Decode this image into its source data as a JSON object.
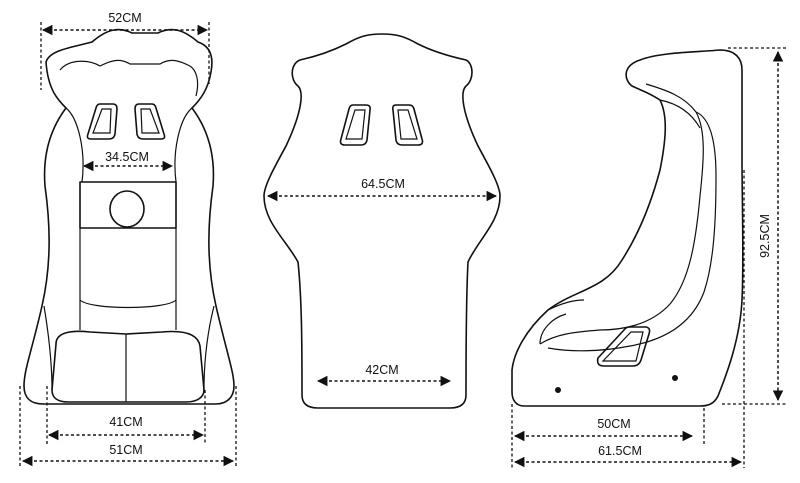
{
  "front_view": {
    "top_width": "52CM",
    "shoulder_inner_width": "34.5CM",
    "seat_inner_width": "41CM",
    "base_width": "51CM"
  },
  "back_view": {
    "shoulder_width": "64.5CM",
    "base_width": "42CM"
  },
  "side_view": {
    "height": "92.5CM",
    "seat_depth": "50CM",
    "total_depth": "61.5CM"
  }
}
